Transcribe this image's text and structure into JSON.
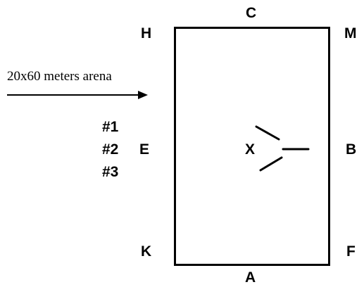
{
  "caption": "20x60 meters arena",
  "letters": {
    "c": "C",
    "h": "H",
    "m": "M",
    "e": "E",
    "x": "X",
    "b": "B",
    "k": "K",
    "f": "F",
    "a": "A"
  },
  "entries": [
    "#1",
    "#2",
    "#3"
  ]
}
